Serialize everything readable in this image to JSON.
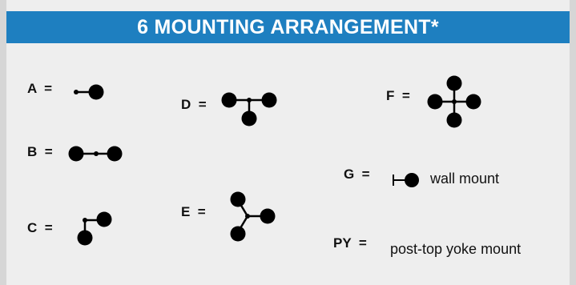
{
  "header": {
    "title": "6 MOUNTING ARRANGEMENT*",
    "bg_color": "#1e7fc0",
    "text_color": "#ffffff"
  },
  "items": {
    "a": {
      "label": "A  ="
    },
    "b": {
      "label": "B  ="
    },
    "c": {
      "label": "C  ="
    },
    "d": {
      "label": "D  ="
    },
    "e": {
      "label": "E  ="
    },
    "f": {
      "label": "F  ="
    },
    "g": {
      "label": "G  =",
      "description": "wall mount"
    },
    "py": {
      "label": "PY  =",
      "description": "post-top yoke mount"
    }
  },
  "icons": {
    "a": "single-arm-mount-icon",
    "b": "twin-180-mount-icon",
    "c": "twin-90-mount-icon",
    "d": "triple-90-mount-icon",
    "e": "triple-120-mount-icon",
    "f": "quad-90-mount-icon",
    "g": "wall-bracket-mount-icon"
  }
}
